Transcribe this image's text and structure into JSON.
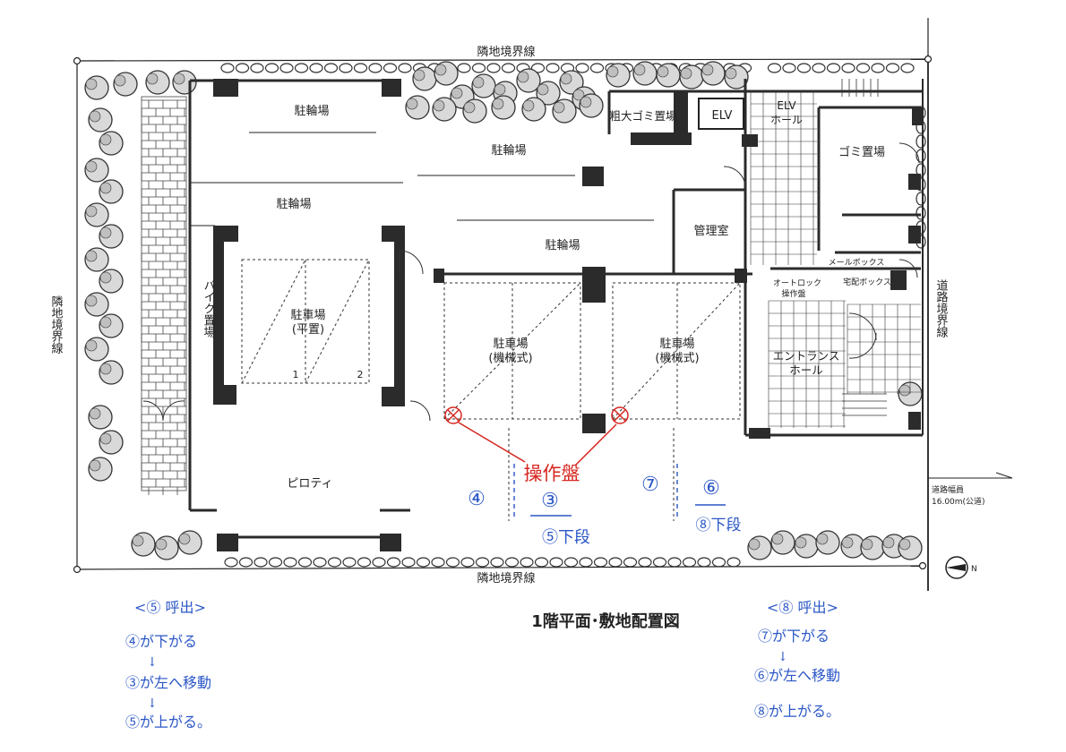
{
  "title": "1階平面･敷地配置図",
  "boundaries": {
    "top": "隣地境界線",
    "bottom": "隣地境界線",
    "left": "隣地境界線",
    "right": "道路境界線"
  },
  "rooms": {
    "bike_parking_1": "駐輪場",
    "bike_parking_2": "駐輪場",
    "bike_parking_3": "駐輪場",
    "bike_parking_4": "駐輪場",
    "bulky_garbage": "粗大ゴミ置場",
    "elv": "ELV",
    "elv_hall_1": "ELV",
    "elv_hall_2": "ホール",
    "garbage": "ゴミ置場",
    "manager": "管理室",
    "mailbox": "メールボックス",
    "autolock_1": "オートロック",
    "autolock_2": "操作盤",
    "delivery_box": "宅配ボックス",
    "entrance_1": "エントランス",
    "entrance_2": "ホール",
    "motorcycle": "バイク置場",
    "parking_flat_1": "駐車場",
    "parking_flat_2": "(平置)",
    "parking_flat_num1": "1",
    "parking_flat_num2": "2",
    "parking_mech_a_1": "駐車場",
    "parking_mech_a_2": "(機械式)",
    "parking_mech_b_1": "駐車場",
    "parking_mech_b_2": "(機械式)",
    "piloti": "ピロティ"
  },
  "road": {
    "width_label": "道路幅員",
    "width_value": "16.00m(公道)"
  },
  "north_mark": "N",
  "annotations": {
    "control_panel": "操作盤",
    "slot_4": "④",
    "slot_3": "③",
    "slot_5_lower": "⑤下段",
    "slot_7": "⑦",
    "slot_6": "⑥",
    "slot_8_lower": "⑧下段"
  },
  "notes_left": {
    "title": "<⑤ 呼出>",
    "step1": "④が下がる",
    "arrow1": "↓",
    "step2": "③が左へ移動",
    "arrow2": "↓",
    "step3": "⑤が上がる。"
  },
  "notes_right": {
    "title": "<⑧ 呼出>",
    "step1": "⑦が下がる",
    "arrow1": "↓",
    "step2": "⑥が左へ移動",
    "step3": "⑧が上がる。"
  },
  "colors": {
    "ink": "#222222",
    "annotation_blue": "#2a56c6",
    "annotation_red": "#d6261f",
    "wall": "#2b2b2b"
  }
}
